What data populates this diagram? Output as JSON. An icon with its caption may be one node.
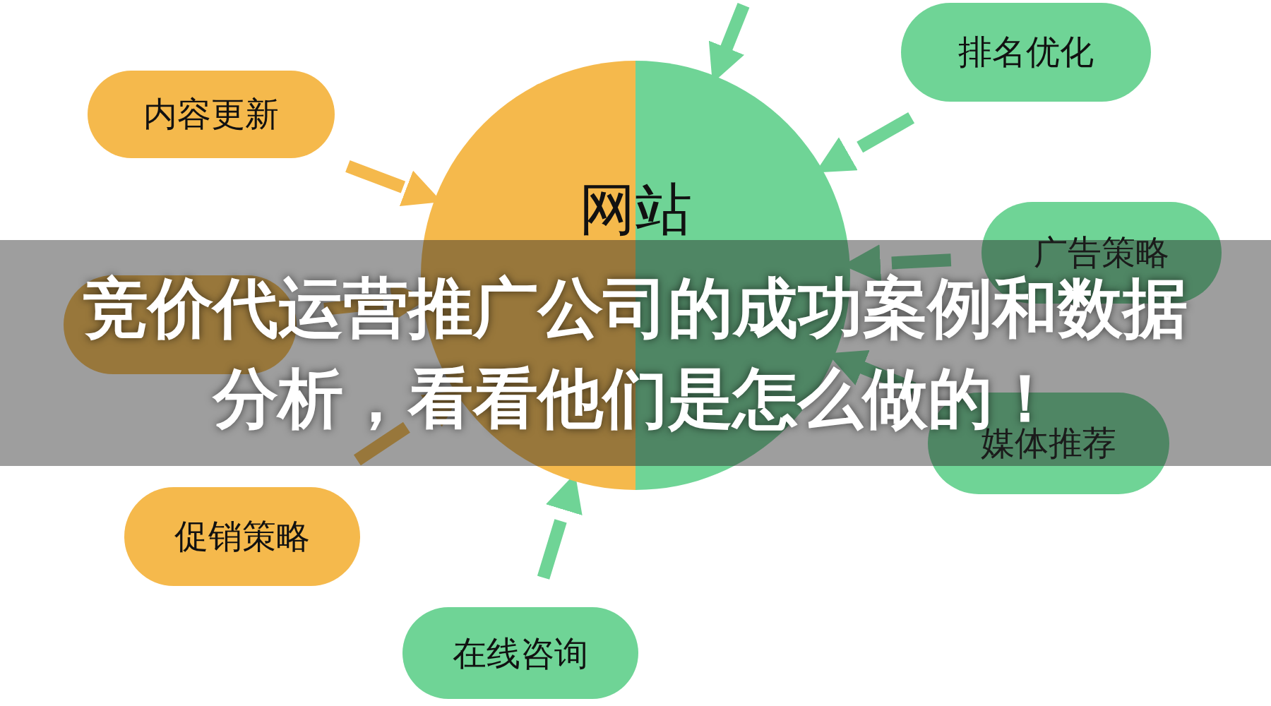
{
  "diagram": {
    "title": "竞价代运营推广公司的成功案例和数据分析，看看他们是怎么做的！",
    "nodes": [
      {
        "text": [
          "网站"
        ]
      },
      {
        "text": [
          "内容更新"
        ]
      },
      {
        "text": [
          "排名优化"
        ]
      },
      {
        "text": [
          "广告策略"
        ]
      },
      {
        "text": [],
        "shape": "box"
      },
      {
        "text": [
          "媒体推荐"
        ]
      },
      {
        "text": [
          "促销策略"
        ]
      },
      {
        "text": [
          "在线咨询"
        ]
      }
    ],
    "edges": [
      {
        "from": null,
        "to": 0,
        "arrow": "to"
      },
      {
        "from": 1,
        "to": 0,
        "arrow": "to",
        "color": "#f5b94c"
      },
      {
        "from": 2,
        "to": 0,
        "arrow": "to"
      },
      {
        "from": 3,
        "to": 0,
        "arrow": "to"
      },
      {
        "from": 4,
        "to": 0,
        "arrow": "to",
        "color": "#f5b94c"
      },
      {
        "from": 5,
        "to": 0,
        "arrow": "to"
      },
      {
        "from": 6,
        "to": 0,
        "arrow": "to",
        "color": "#f5b94c"
      },
      {
        "from": 7,
        "to": 0,
        "arrow": "to"
      }
    ]
  }
}
